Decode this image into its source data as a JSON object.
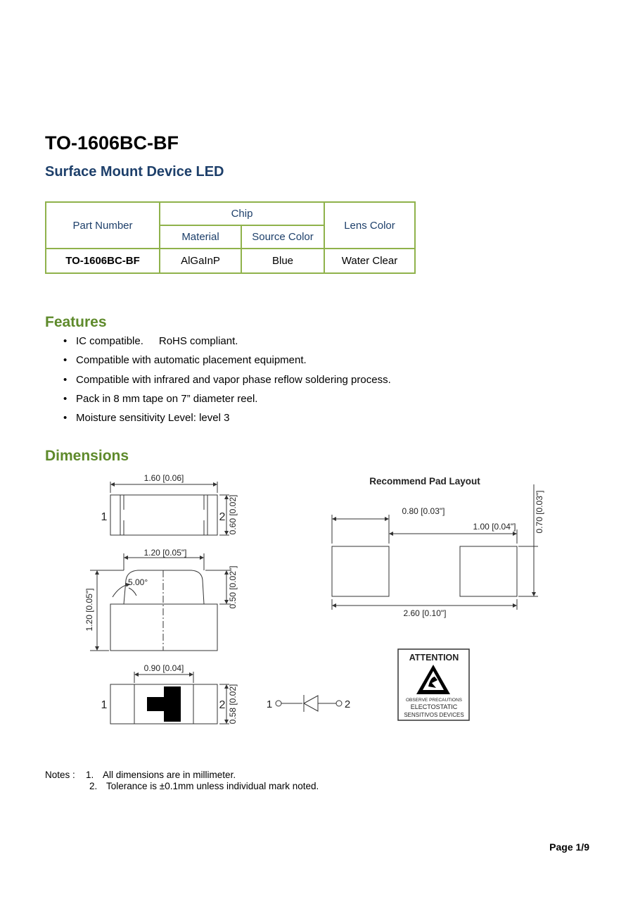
{
  "header": {
    "title": "TO-1606BC-BF",
    "subtitle": "Surface Mount Device LED"
  },
  "spec_table": {
    "part_number_header": "Part Number",
    "chip_header": "Chip",
    "material_header": "Material",
    "source_color_header": "Source Color",
    "lens_color_header": "Lens Color",
    "row": {
      "part_number": "TO-1606BC-BF",
      "material": "AlGaInP",
      "source_color": "Blue",
      "lens_color": "Water Clear"
    }
  },
  "features": {
    "heading": "Features",
    "items": [
      "IC compatible.",
      "Compatible with automatic placement equipment.",
      "Compatible with infrared and vapor phase reflow soldering process.",
      "Pack in 8 mm tape on 7” diameter reel.",
      "Moisture sensitivity Level: level 3"
    ],
    "item0_extra": "RoHS compliant."
  },
  "dimensions": {
    "heading": "Dimensions",
    "top_view": {
      "width_label": "1.60 [0.06]",
      "height_label": "0.60 [0.02]",
      "pin1": "1",
      "pin2": "2"
    },
    "side_view": {
      "top_width_label": "1.20 [0.05\"]",
      "angle_label": "5.00°",
      "dome_height_label": "0.50 [0.02\"]",
      "total_height_label": "1.20 [0.05\"]"
    },
    "bottom_view": {
      "width_label": "0.90 [0.04]",
      "height_label": "0.58 [0.02]",
      "pin1": "1",
      "pin2": "2"
    },
    "symbol": {
      "pin1": "1",
      "pin2": "2"
    },
    "pad_layout": {
      "title": "Recommend Pad Layout",
      "pad_width_label": "0.80 [0.03\"]",
      "gap_label": "1.00 [0.04\"]",
      "height_label": "0.70 [0.03\"]",
      "total_label": "2.60 [0.10\"]"
    },
    "attention": {
      "title": "ATTENTION",
      "line1": "OBSERVE PRECAUTIONS",
      "line2": "ELECTOSTATIC",
      "line3": "SENSITIVOS DEVICES"
    }
  },
  "notes": {
    "label": "Notes :",
    "items": [
      {
        "num": "1.",
        "text": "All dimensions are in millimeter."
      },
      {
        "num": "2.",
        "text": "Tolerance is ±0.1mm unless individual mark noted."
      }
    ]
  },
  "footer": {
    "page": "Page 1/9"
  }
}
